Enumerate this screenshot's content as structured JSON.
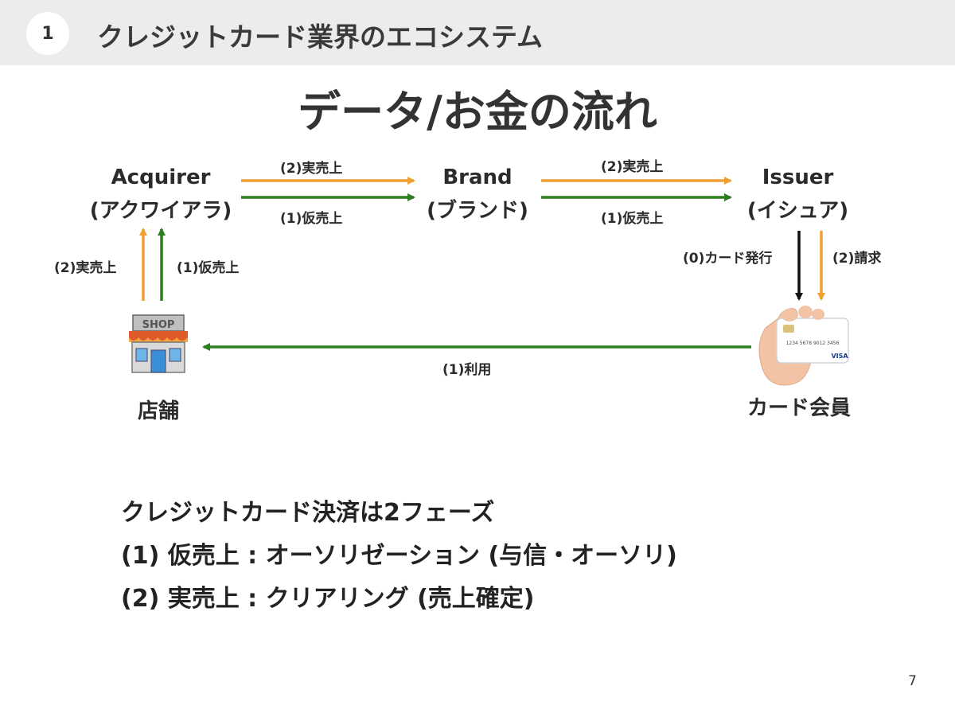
{
  "header": {
    "section_number": "1",
    "title": "クレジットカード業界のエコシステム"
  },
  "slide_title": "データ/お金の流れ",
  "nodes": {
    "acquirer": {
      "name": "Acquirer",
      "kana": "(アクワイアラ)"
    },
    "brand": {
      "name": "Brand",
      "kana": "(ブランド)"
    },
    "issuer": {
      "name": "Issuer",
      "kana": "(イシュア)"
    }
  },
  "actors": {
    "shop_label": "店舗",
    "shop_sign": "SHOP",
    "member_label": "カード会員",
    "card_number": "1234 5678 9012 3456",
    "card_brand": "VISA"
  },
  "flows": {
    "acq_brand_top": "(2)実売上",
    "acq_brand_bottom": "(1)仮売上",
    "brand_issuer_top": "(2)実売上",
    "brand_issuer_bottom": "(1)仮売上",
    "shop_acq_left": "(2)実売上",
    "shop_acq_right": "(1)仮売上",
    "issuer_member_left": "(0)カード発行",
    "issuer_member_right": "(2)請求",
    "member_shop": "(1)利用"
  },
  "colors": {
    "orange": "#f0a030",
    "green": "#2e7d1e",
    "black": "#111111"
  },
  "summary": {
    "line1": "クレジットカード決済は2フェーズ",
    "line2": "(1) 仮売上 : オーソリゼーション (与信・オーソリ)",
    "line3": "(2) 実売上 : クリアリング (売上確定)"
  },
  "page_number": "7"
}
